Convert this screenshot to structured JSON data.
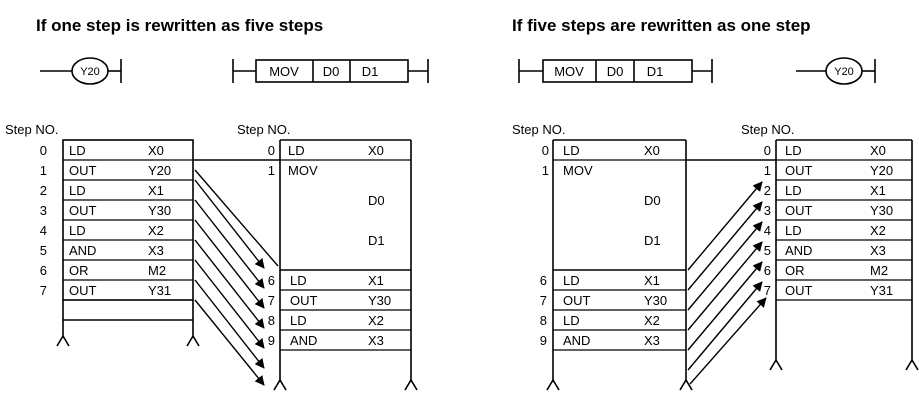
{
  "left": {
    "title": "If one step is rewritten as five steps",
    "coil": "Y20",
    "instruction": {
      "op": "MOV",
      "src": "D0",
      "dst": "D1"
    },
    "table_a": {
      "header": "Step NO.",
      "rows": [
        {
          "step": "0",
          "op": "LD",
          "dev": "X0"
        },
        {
          "step": "1",
          "op": "OUT",
          "dev": "Y20"
        },
        {
          "step": "2",
          "op": "LD",
          "dev": "X1"
        },
        {
          "step": "3",
          "op": "OUT",
          "dev": "Y30"
        },
        {
          "step": "4",
          "op": "LD",
          "dev": "X2"
        },
        {
          "step": "5",
          "op": "AND",
          "dev": "X3"
        },
        {
          "step": "6",
          "op": "OR",
          "dev": "M2"
        },
        {
          "step": "7",
          "op": "OUT",
          "dev": "Y31"
        }
      ]
    },
    "table_b": {
      "header": "Step NO.",
      "rows_top": [
        {
          "step": "0",
          "op": "LD",
          "dev": "X0"
        },
        {
          "step": "1",
          "op": "MOV",
          "dev": ""
        }
      ],
      "block_operands": [
        "D0",
        "D1"
      ],
      "rows_bottom": [
        {
          "step": "6",
          "op": "LD",
          "dev": "X1"
        },
        {
          "step": "7",
          "op": "OUT",
          "dev": "Y30"
        },
        {
          "step": "8",
          "op": "LD",
          "dev": "X2"
        },
        {
          "step": "9",
          "op": "AND",
          "dev": "X3"
        }
      ]
    }
  },
  "right": {
    "title": "If five steps are rewritten as one step",
    "coil": "Y20",
    "instruction": {
      "op": "MOV",
      "src": "D0",
      "dst": "D1"
    },
    "table_a": {
      "header": "Step NO.",
      "rows_top": [
        {
          "step": "0",
          "op": "LD",
          "dev": "X0"
        },
        {
          "step": "1",
          "op": "MOV",
          "dev": ""
        }
      ],
      "block_operands": [
        "D0",
        "D1"
      ],
      "rows_bottom": [
        {
          "step": "6",
          "op": "LD",
          "dev": "X1"
        },
        {
          "step": "7",
          "op": "OUT",
          "dev": "Y30"
        },
        {
          "step": "8",
          "op": "LD",
          "dev": "X2"
        },
        {
          "step": "9",
          "op": "AND",
          "dev": "X3"
        }
      ]
    },
    "table_b": {
      "header": "Step NO.",
      "rows": [
        {
          "step": "0",
          "op": "LD",
          "dev": "X0"
        },
        {
          "step": "1",
          "op": "OUT",
          "dev": "Y20"
        },
        {
          "step": "2",
          "op": "LD",
          "dev": "X1"
        },
        {
          "step": "3",
          "op": "OUT",
          "dev": "Y30"
        },
        {
          "step": "4",
          "op": "LD",
          "dev": "X2"
        },
        {
          "step": "5",
          "op": "AND",
          "dev": "X3"
        },
        {
          "step": "6",
          "op": "OR",
          "dev": "M2"
        },
        {
          "step": "7",
          "op": "OUT",
          "dev": "Y31"
        }
      ]
    }
  }
}
